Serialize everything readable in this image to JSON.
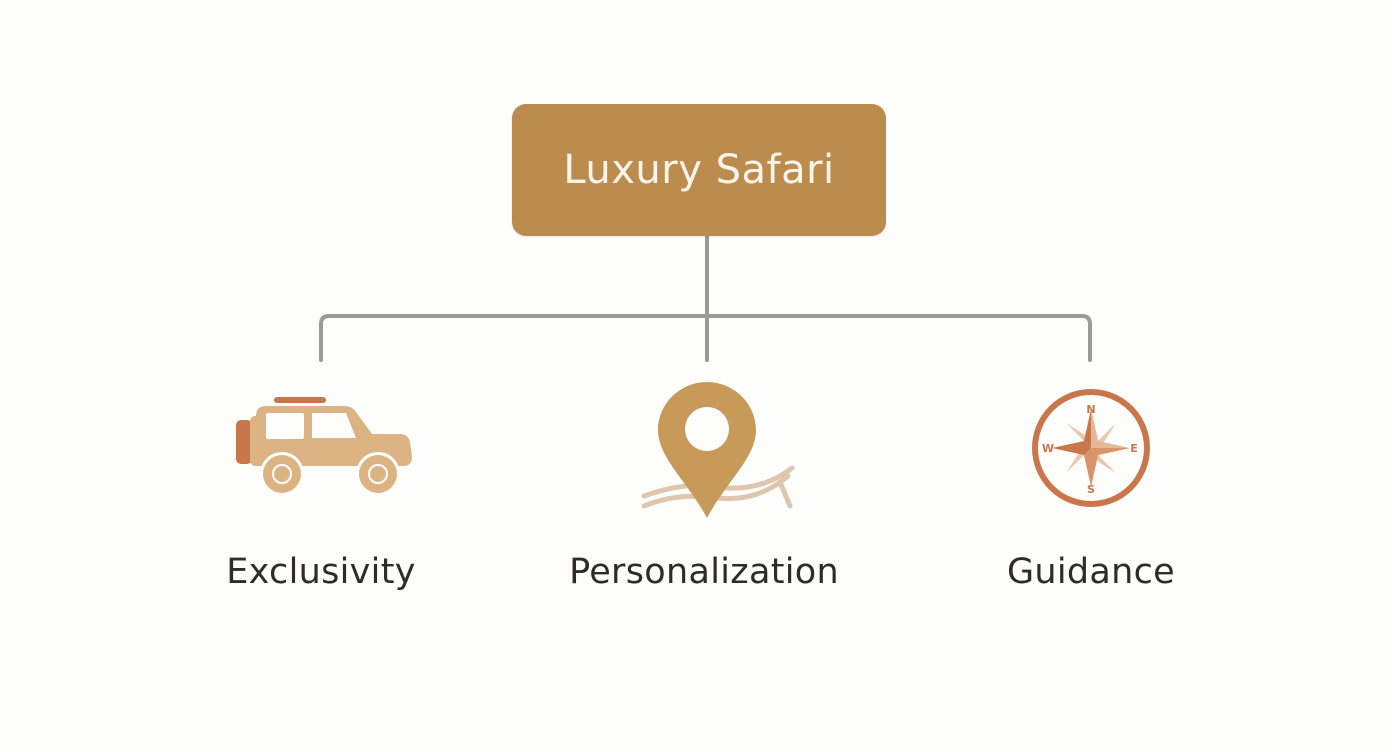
{
  "diagram": {
    "root": {
      "label": "Luxury Safari",
      "color": "#bc8c4f",
      "text_color": "#fbf5ec"
    },
    "connector_color": "#9a9a9a",
    "children": [
      {
        "label": "Exclusivity",
        "icon": "safari-jeep-icon",
        "icon_color": "#dcb484",
        "accent_color": "#c8764a"
      },
      {
        "label": "Personalization",
        "icon": "map-pin-icon",
        "icon_color": "#c89a5a",
        "accent_color": "#ddc6ad"
      },
      {
        "label": "Guidance",
        "icon": "compass-icon",
        "icon_color": "#c8764a",
        "accent_color": "#e2b896",
        "compass_letters": [
          "N",
          "E",
          "S",
          "W"
        ]
      }
    ]
  }
}
